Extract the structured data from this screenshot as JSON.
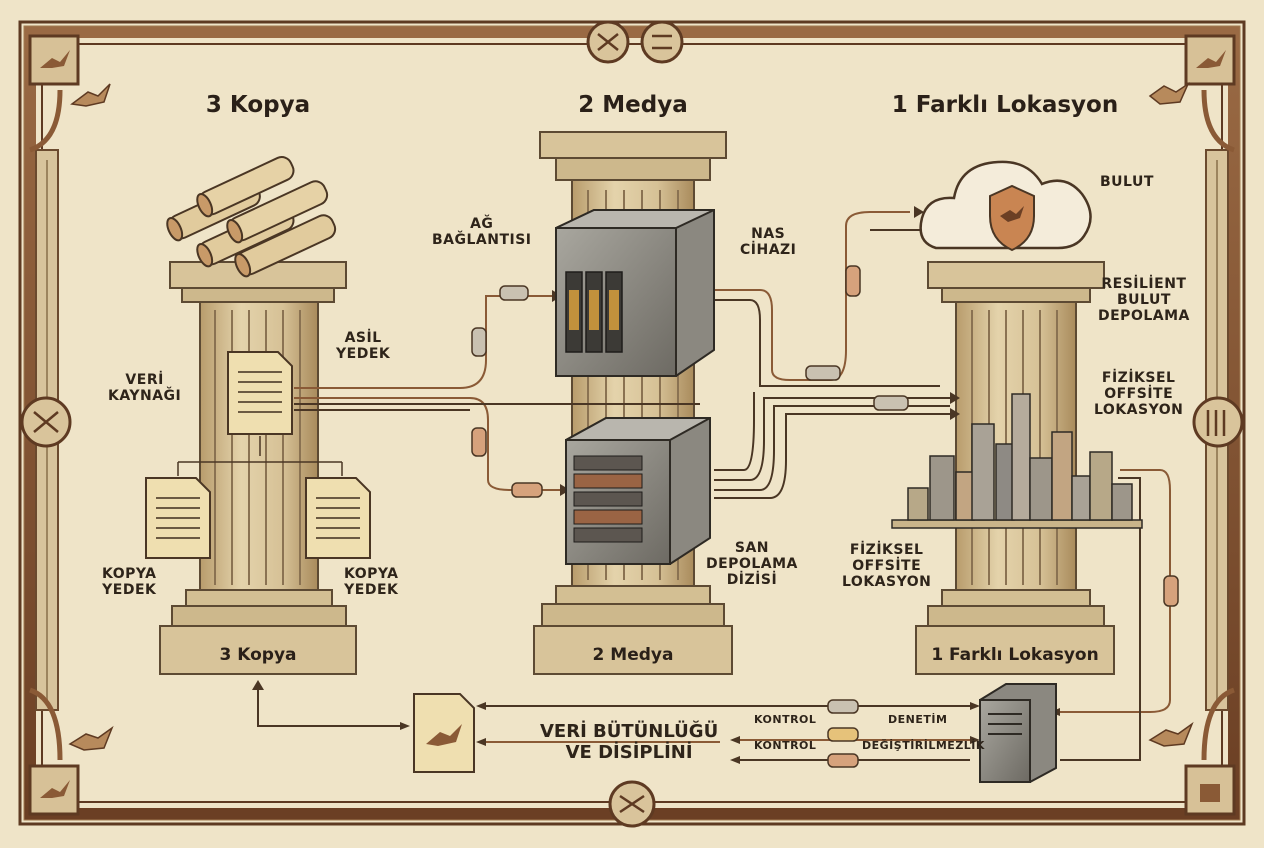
{
  "columns": [
    {
      "title": "3 Kopya",
      "base_label": "3 Kopya"
    },
    {
      "title": "2 Medya",
      "base_label": "2 Medya"
    },
    {
      "title": "1 Farklı Lokasyon",
      "base_label": "1 Farklı Lokasyon"
    }
  ],
  "labels": {
    "asil_yedek": "ASİL\nYEDEK",
    "veri_kaynagi": "VERİ\nKAYNAĞI",
    "kopya_yedek_left": "KOPYA\nYEDEK",
    "kopya_yedek_right": "KOPYA\nYEDEK",
    "ag_baglantisi": "AĞ\nBAĞLANTISI",
    "nas_cihazi": "NAS\nCİHAZI",
    "san_depolama": "SAN\nDEPOLAMA\nDİZİSİ",
    "bulut": "BULUT",
    "resilient": "RESİLİENT\nBULUT\nDEPOLAMA",
    "fiziksel_offsite_right": "FİZİKSEL\nOFFSİTE\nLOKASYON",
    "fiziksel_offsite_center": "FİZİKSEL\nOFFSİTE\nLOKASYON"
  },
  "bottom": {
    "integrity": "VERİ BÜTÜNLÜĞÜ\nVE DİSİPLİNİ",
    "kontrol_1": "KONTROL",
    "kontrol_2": "KONTROL",
    "denetim": "DENETİM",
    "degistirilmezlik": "DEĞİŞTİRİLMEZLİK"
  },
  "colors": {
    "parchment": "#efe4c8",
    "frame_wood": "#7a4a2c",
    "stone": "#d9c59c",
    "ink": "#2e241a",
    "copper": "#b06a3a",
    "metal": "#8e8a82"
  }
}
